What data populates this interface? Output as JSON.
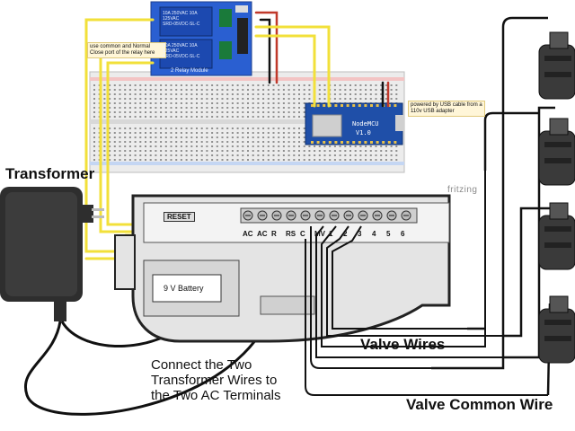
{
  "labels": {
    "transformer": "Transformer",
    "connect_instruction": [
      "Connect the Two",
      "Transformer Wires to",
      "the Two AC Terminals"
    ],
    "valve_wires": "Valve Wires",
    "valve_common_wire": "Valve Common Wire",
    "relay_note": "use common and Normal Close port of the relay here",
    "usb_note": "powered by USB cable from a 110v USB adapter",
    "fritzing": "fritzing",
    "battery": "9 V Battery",
    "reset_button": "RESET"
  },
  "relay_module": {
    "name": "2 Relay Module",
    "relay_model": "SRD-05VDC-SL-C",
    "rating_line": "10A 250VAC 10A 125VAC"
  },
  "nodemcu": {
    "name": "NodeMCU",
    "version": "V1.0"
  },
  "controller_terminals": [
    "AC",
    "AC",
    "R",
    "RS",
    "C",
    "MV",
    "1",
    "2",
    "3",
    "4",
    "5",
    "6"
  ],
  "colors": {
    "yellow_wire": "#f2e03a",
    "red_wire": "#c0392b",
    "black_wire": "#111111",
    "relay_blue": "#2a5fd1",
    "mcu_blue": "#1f4fa8",
    "valve_body": "#3a3a3a"
  }
}
